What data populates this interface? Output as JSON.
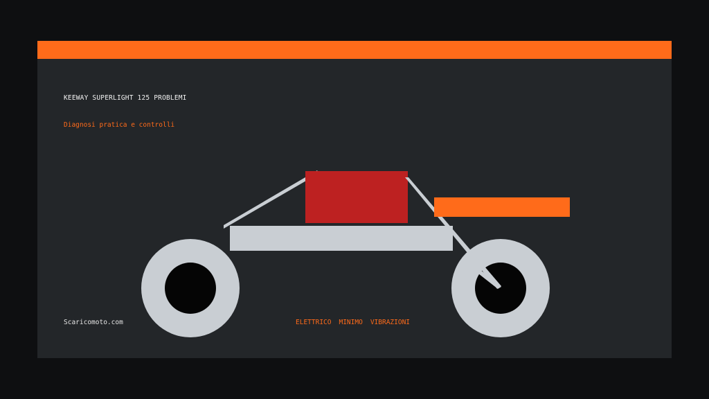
{
  "header": {
    "title": "KEEWAY SUPERLIGHT 125 PROBLEMI",
    "subtitle": "Diagnosi pratica e controlli"
  },
  "footer": {
    "brand": "Scaricomoto.com",
    "tags": [
      "ELETTRICO",
      "MINIMO",
      "VIBRAZIONI"
    ]
  },
  "colors": {
    "accent": "#ff6b1a",
    "background": "#232629",
    "frame": "#c9ced3",
    "tank": "#bd2121",
    "hub": "#050505"
  },
  "illustration": {
    "icon": "motorcycle-icon"
  }
}
